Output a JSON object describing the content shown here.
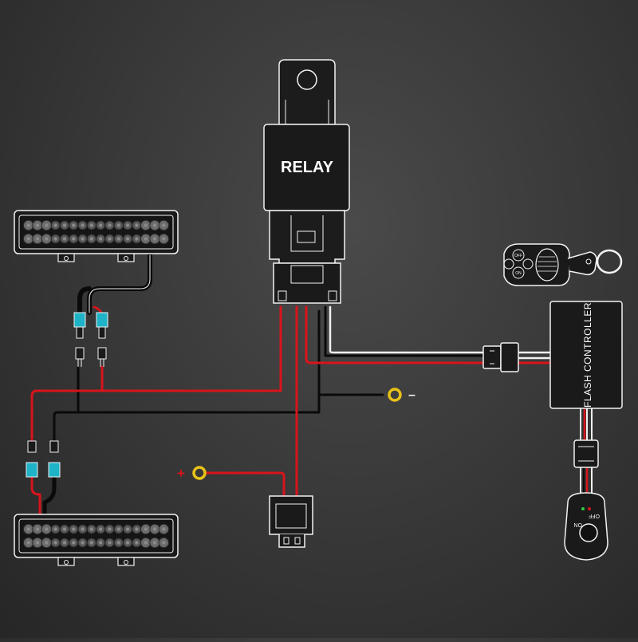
{
  "relay": {
    "label": "RELAY"
  },
  "flash_controller": {
    "label": "FLASH CONTROLLER"
  },
  "terminals": {
    "positive": "+",
    "negative": "–"
  },
  "switch": {
    "off_label": "OFF",
    "on_label": "ON"
  },
  "remote": {
    "buttons": [
      "OFF",
      "ON",
      "",
      ""
    ]
  },
  "colors": {
    "background": "#3a3a3a",
    "wire_red": "#d8141b",
    "wire_black": "#0a0a0a",
    "wire_white": "#f0f0f0",
    "terminal_ring": "#e8c21a",
    "connector_blue": "#1fb3c7",
    "component_fill": "#222222",
    "outline": "#f2f2f2"
  }
}
